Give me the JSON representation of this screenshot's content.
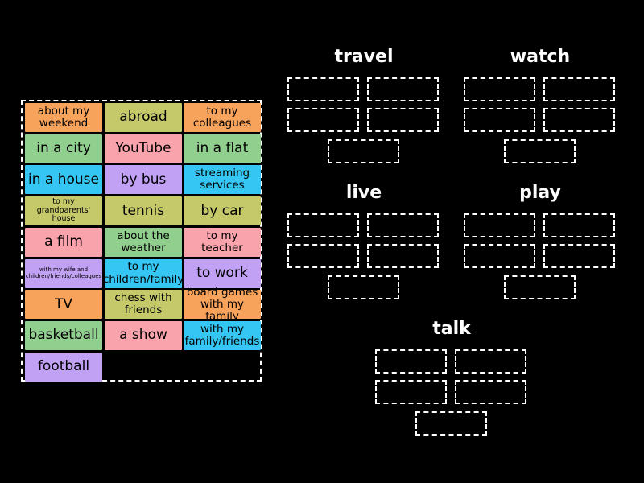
{
  "colors": {
    "orange": "#f7a35c",
    "olive": "#c5c96a",
    "green": "#91cf8e",
    "pink": "#f9a4ac",
    "cyan": "#36c6f3",
    "purple": "#c1a1f4"
  },
  "tiles": [
    {
      "label": "about my weekend",
      "color": "orange",
      "size": "m"
    },
    {
      "label": "abroad",
      "color": "olive",
      "size": "l"
    },
    {
      "label": "to my colleagues",
      "color": "orange",
      "size": "m"
    },
    {
      "label": "in a city",
      "color": "green",
      "size": "l"
    },
    {
      "label": "YouTube",
      "color": "pink",
      "size": "l"
    },
    {
      "label": "in a flat",
      "color": "green",
      "size": "l"
    },
    {
      "label": "in a house",
      "color": "cyan",
      "size": "l"
    },
    {
      "label": "by bus",
      "color": "purple",
      "size": "l"
    },
    {
      "label": "streaming services",
      "color": "cyan",
      "size": "m"
    },
    {
      "label": "to my grandparents' house",
      "color": "olive",
      "size": "s"
    },
    {
      "label": "tennis",
      "color": "olive",
      "size": "l"
    },
    {
      "label": "by car",
      "color": "olive",
      "size": "l"
    },
    {
      "label": "a film",
      "color": "pink",
      "size": "l"
    },
    {
      "label": "about the weather",
      "color": "green",
      "size": "m"
    },
    {
      "label": "to my teacher",
      "color": "pink",
      "size": "m"
    },
    {
      "label": "with my wife and children/friends/colleagues",
      "color": "purple",
      "size": "xs"
    },
    {
      "label": "to my children/family",
      "color": "cyan",
      "size": "m"
    },
    {
      "label": "to work",
      "color": "purple",
      "size": "l"
    },
    {
      "label": "TV",
      "color": "orange",
      "size": "l"
    },
    {
      "label": "chess with friends",
      "color": "olive",
      "size": "m"
    },
    {
      "label": "board games with my family",
      "color": "orange",
      "size": "m"
    },
    {
      "label": "basketball",
      "color": "green",
      "size": "l"
    },
    {
      "label": "a show",
      "color": "pink",
      "size": "l"
    },
    {
      "label": "with my family/friends",
      "color": "cyan",
      "size": "m"
    },
    {
      "label": "football",
      "color": "purple",
      "size": "l"
    }
  ],
  "groups": [
    {
      "id": "travel",
      "title": "travel"
    },
    {
      "id": "watch",
      "title": "watch"
    },
    {
      "id": "live",
      "title": "live"
    },
    {
      "id": "play",
      "title": "play"
    },
    {
      "id": "talk",
      "title": "talk"
    }
  ]
}
